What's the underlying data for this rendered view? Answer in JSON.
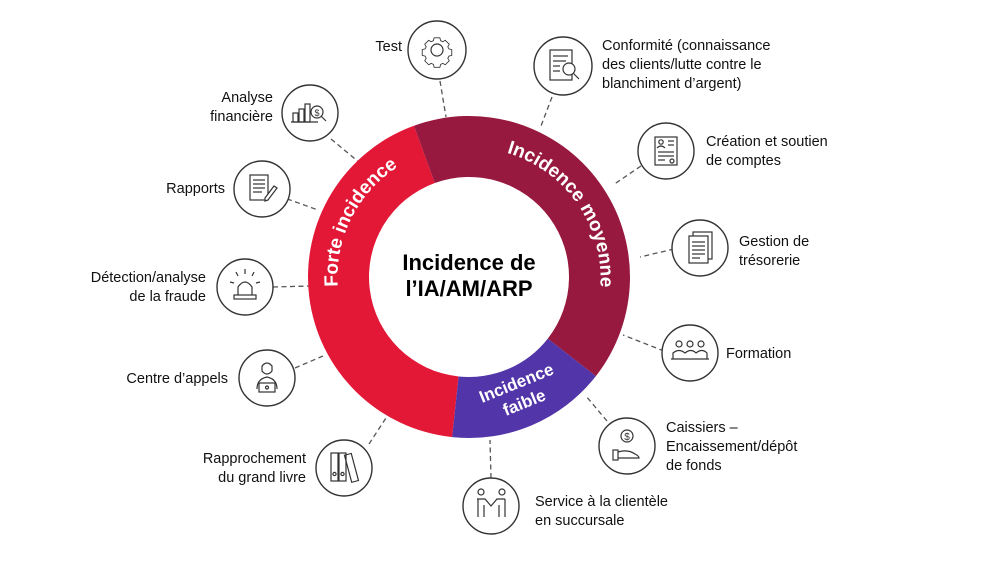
{
  "center": {
    "title": "Incidence de\nl’IA/AM/ARP"
  },
  "colors": {
    "high": "#e31837",
    "medium": "#98193f",
    "low": "#5235a8",
    "icon_stroke": "#333333",
    "connector": "#555555"
  },
  "segments": [
    {
      "key": "high",
      "label": "Forte incidence"
    },
    {
      "key": "medium",
      "label": "Incidence moyenne"
    },
    {
      "key": "low",
      "label": "Incidence faible",
      "line1": "Incidence",
      "line2": "faible"
    }
  ],
  "items": [
    {
      "id": "test",
      "label": "Test",
      "icon": "gear-icon"
    },
    {
      "id": "conformite",
      "label": "Conformité (connaissance\ndes clients/lutte contre le\nblanchiment d’argent)",
      "icon": "document-search-icon"
    },
    {
      "id": "creation",
      "label": "Création et soutien\nde comptes",
      "icon": "id-form-icon"
    },
    {
      "id": "tresorerie",
      "label": "Gestion de\ntrésorerie",
      "icon": "documents-icon"
    },
    {
      "id": "formation",
      "label": "Formation",
      "icon": "group-icon"
    },
    {
      "id": "caissiers",
      "label": "Caissiers –\nEncaissement/dépôt\nde fonds",
      "icon": "hand-money-icon"
    },
    {
      "id": "service",
      "label": "Service à la clientèle\nen succursale",
      "icon": "handshake-icon"
    },
    {
      "id": "rapprochement",
      "label": "Rapprochement\ndu grand livre",
      "icon": "binders-icon"
    },
    {
      "id": "appels",
      "label": "Centre d’appels",
      "icon": "call-agent-icon"
    },
    {
      "id": "fraude",
      "label": "Détection/analyse\nde la fraude",
      "icon": "alarm-light-icon"
    },
    {
      "id": "rapports",
      "label": "Rapports",
      "icon": "report-pen-icon"
    },
    {
      "id": "analyse",
      "label": "Analyse\nfinancière",
      "icon": "financial-analysis-icon"
    }
  ]
}
